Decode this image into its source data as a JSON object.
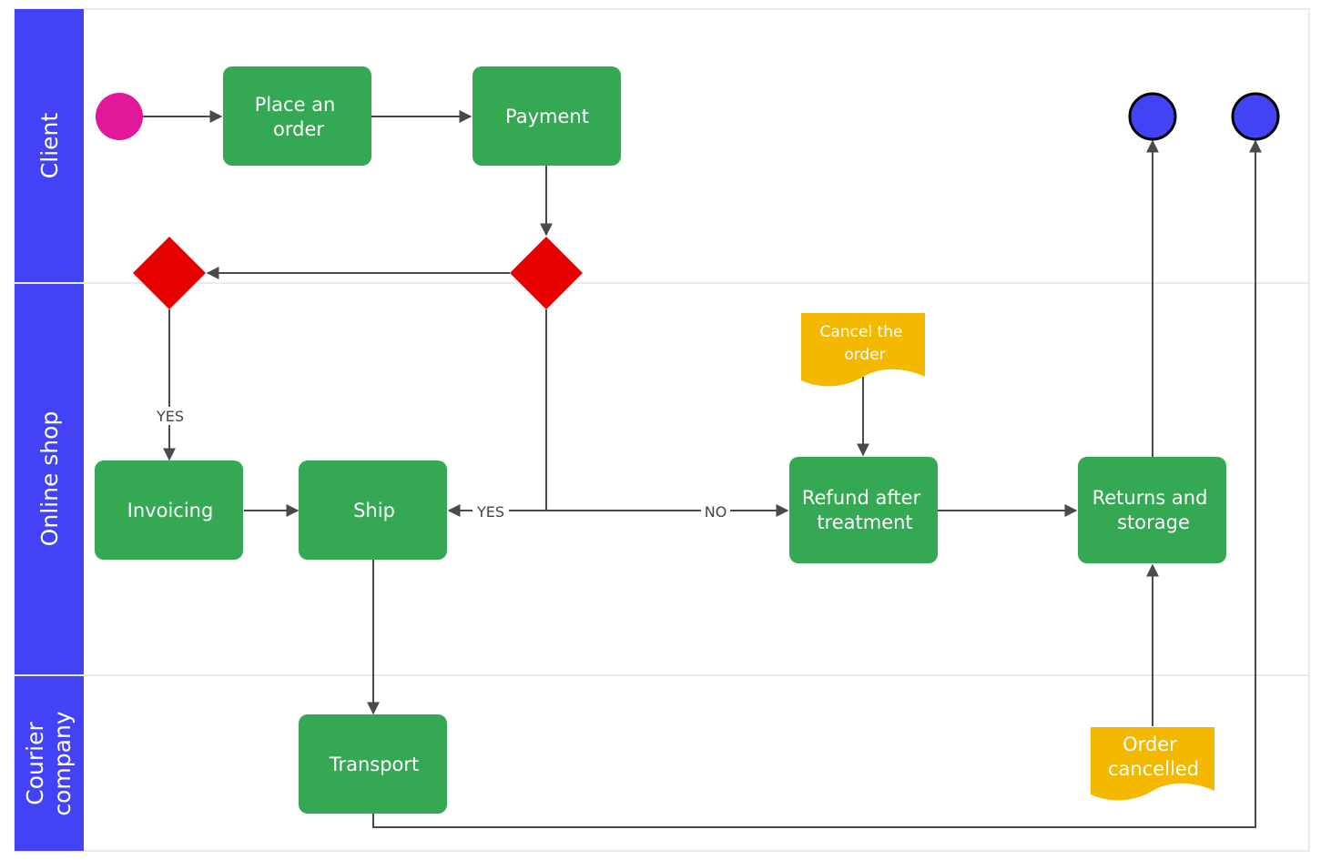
{
  "lanes": {
    "client": "Client",
    "online_shop": "Online shop",
    "courier_line1": "Courier",
    "courier_line2": "company"
  },
  "nodes": {
    "place_order_l1": "Place an",
    "place_order_l2": "order",
    "payment": "Payment",
    "invoicing": "Invoicing",
    "ship": "Ship",
    "refund_l1": "Refund after",
    "refund_l2": "treatment",
    "returns_l1": "Returns and",
    "returns_l2": "storage",
    "transport": "Transport"
  },
  "documents": {
    "cancel_l1": "Cancel the",
    "cancel_l2": "order",
    "order_cancelled_l1": "Order",
    "order_cancelled_l2": "cancelled"
  },
  "edge_labels": {
    "yes_invoicing": "YES",
    "yes_ship": "YES",
    "no_refund": "NO"
  },
  "colors": {
    "lane_header": "#4343f5",
    "process": "#34a853",
    "decision": "#e60000",
    "start": "#e2179a",
    "end": "#4343f5",
    "document": "#f4b800"
  }
}
